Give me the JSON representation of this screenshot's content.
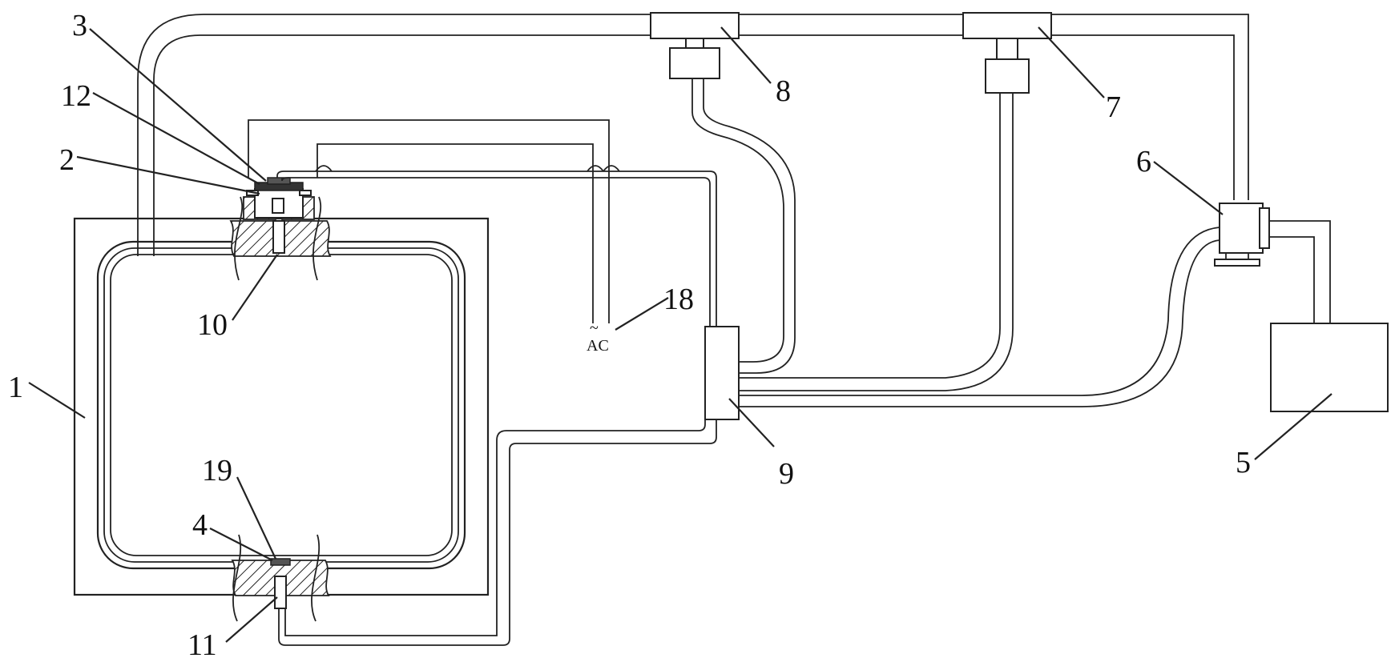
{
  "diagram": {
    "labels": [
      {
        "id": "n1",
        "text": "1"
      },
      {
        "id": "n2",
        "text": "2"
      },
      {
        "id": "n3",
        "text": "3"
      },
      {
        "id": "n4",
        "text": "4"
      },
      {
        "id": "n5",
        "text": "5"
      },
      {
        "id": "n6",
        "text": "6"
      },
      {
        "id": "n7",
        "text": "7"
      },
      {
        "id": "n8",
        "text": "8"
      },
      {
        "id": "n9",
        "text": "9"
      },
      {
        "id": "n10",
        "text": "10"
      },
      {
        "id": "n11",
        "text": "11"
      },
      {
        "id": "n12",
        "text": "12"
      },
      {
        "id": "n18",
        "text": "18"
      },
      {
        "id": "n19",
        "text": "19"
      }
    ],
    "ac_symbol": "~",
    "ac_text": "AC"
  }
}
